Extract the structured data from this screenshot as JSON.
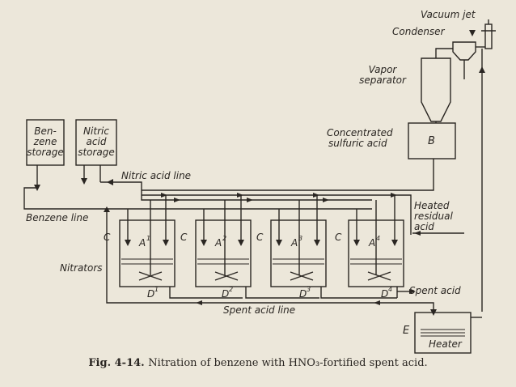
{
  "equipment": {
    "vacuum_jet": "Vacuum jet",
    "condenser": "Condenser",
    "vapor_separator": [
      "Vapor",
      "separator"
    ],
    "concentrated_acid": [
      "Concentrated",
      "sulfuric acid"
    ],
    "b_label": "B",
    "benzene_storage": [
      "Ben-",
      "zene",
      "storage"
    ],
    "nitric_storage": [
      "Nitric",
      "acid",
      "storage"
    ],
    "nitric_acid_line": "Nitric acid line",
    "benzene_line": "Benzene line",
    "heated_residual": [
      "Heated",
      "residual",
      "acid"
    ],
    "nitrators": "Nitrators",
    "spent_acid": "Spent acid",
    "spent_acid_line": "Spent acid line",
    "e_label": "E",
    "heater": "Heater"
  },
  "vessels": [
    {
      "c": "C",
      "a": "A",
      "sup": "1",
      "d": "D",
      "dsup": "1"
    },
    {
      "c": "C",
      "a": "A",
      "sup": "2",
      "d": "D",
      "dsup": "2"
    },
    {
      "c": "C",
      "a": "A",
      "sup": "3",
      "d": "D",
      "dsup": "3"
    },
    {
      "c": "C",
      "a": "A",
      "sup": "4",
      "d": "D",
      "dsup": "4"
    }
  ],
  "caption": {
    "fig": "Fig. 4-14.",
    "text": "Nitration of benzene with HNO₃-fortified spent acid."
  }
}
